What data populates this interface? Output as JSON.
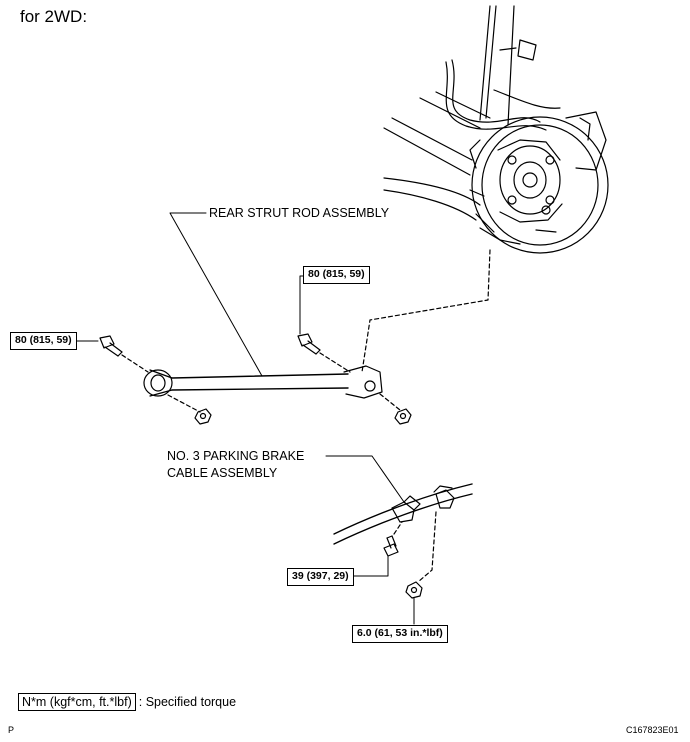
{
  "heading": "for 2WD:",
  "labels": {
    "strut_rod": "REAR STRUT ROD ASSEMBLY",
    "cable_line1": "NO. 3 PARKING BRAKE",
    "cable_line2": "CABLE ASSEMBLY"
  },
  "torques": {
    "upper_bolt": "80 (815, 59)",
    "left_bolt": "80 (815, 59)",
    "cable_bolt": "39 (397, 29)",
    "cable_nut": "6.0 (61, 53 in.*lbf)"
  },
  "legend": {
    "unit_box": "N*m (kgf*cm, ft.*lbf)",
    "description": ": Specified torque"
  },
  "footer": {
    "corner_letter": "P",
    "figure_code": "C167823E01"
  }
}
